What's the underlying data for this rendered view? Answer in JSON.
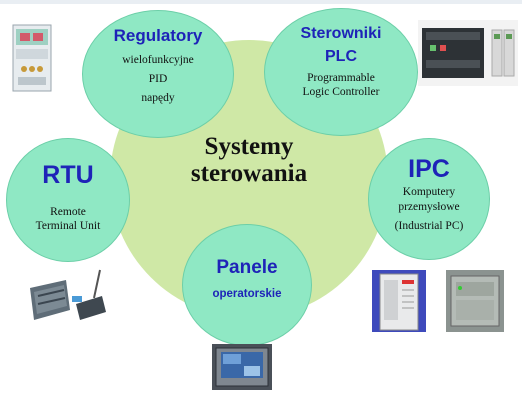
{
  "center": {
    "line1": "Systemy",
    "line2": "sterowania"
  },
  "nodes": {
    "regulatory": {
      "title": "Regulatory",
      "lines": [
        "wielofunkcyjne",
        "PID",
        "napędy"
      ]
    },
    "plc": {
      "title1": "Sterowniki",
      "title2": "PLC",
      "lines": [
        "Programmable",
        "Logic Controller"
      ]
    },
    "rtu": {
      "title": "RTU",
      "lines": [
        "Remote",
        "Terminal Unit"
      ]
    },
    "ipc": {
      "title": "IPC",
      "lines": [
        "Komputery",
        "przemysłowe",
        "(Industrial PC)"
      ]
    },
    "panele": {
      "title": "Panele",
      "subtitle": "operatorskie"
    }
  },
  "colors": {
    "bubble": "#8fe8c4",
    "center": "#cfe8a6",
    "title_blue": "#1e23b8"
  }
}
